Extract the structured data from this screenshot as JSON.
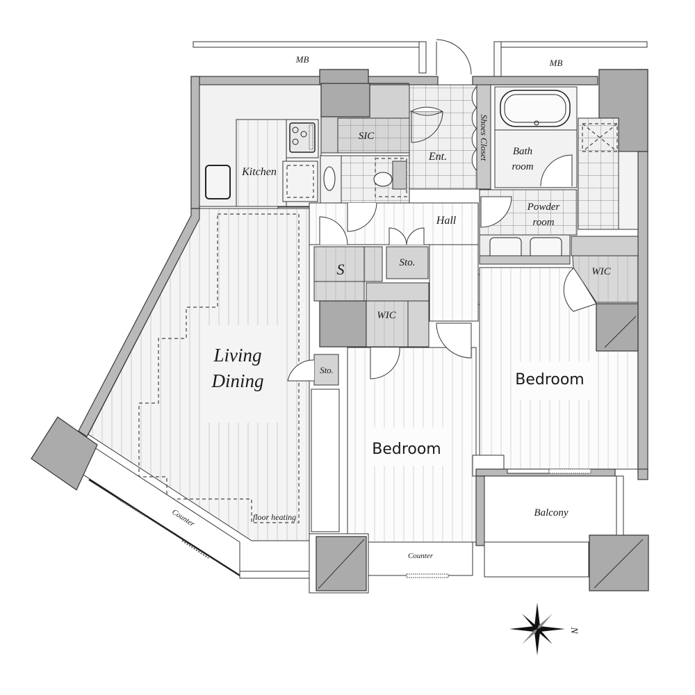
{
  "diagram": {
    "type": "apartment floor plan",
    "rooms": {
      "mb_left": "MB",
      "mb_right": "MB",
      "kitchen": "Kitchen",
      "sic": "SIC",
      "entrance": "Ent.",
      "shoes_closet": "Shoes Closet",
      "bath_line1": "Bath",
      "bath_line2": "room",
      "powder_line1": "Powder",
      "powder_line2": "room",
      "hall": "Hall",
      "storage_s": "S",
      "sto_hall": "Sto.",
      "wic_center": "WIC",
      "wic_right": "WIC",
      "sto_living": "Sto.",
      "living_line1": "Living",
      "living_line2": "Dining",
      "floor_heating": "floor heating",
      "counter_living": "Counter",
      "bedroom_1": "Bedroom",
      "bedroom_2": "Bedroom",
      "counter_bedroom": "Counter",
      "balcony": "Balcony"
    },
    "compass": {
      "label": "N",
      "icon": "compass-rose-icon"
    }
  }
}
